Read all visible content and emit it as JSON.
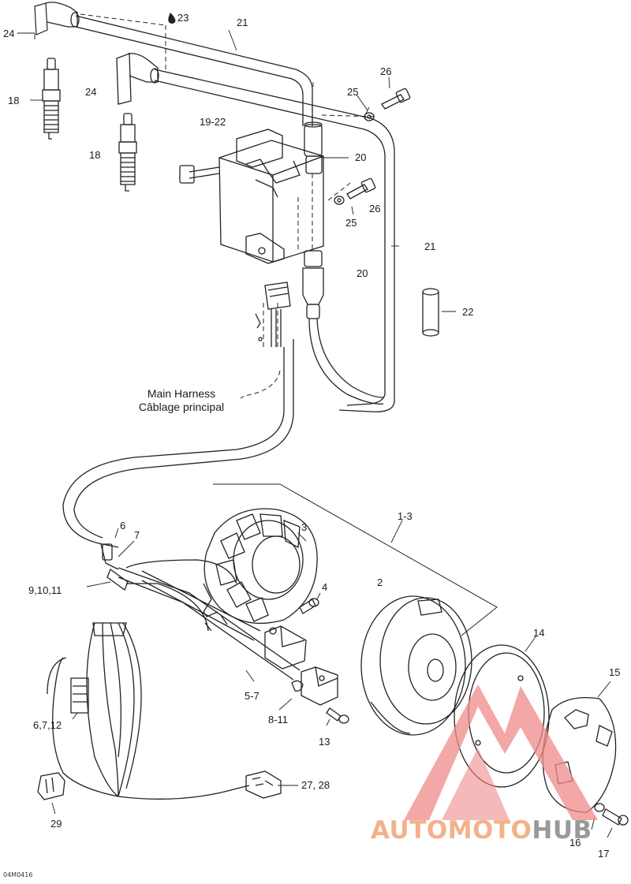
{
  "diagram": {
    "callouts": {
      "c1_3": "1-3",
      "c2": "2",
      "c3": "3",
      "c4": "4",
      "c5_7": "5-7",
      "c6": "6",
      "c7": "7",
      "c6_7_12": "6,7,12",
      "c8_11": "8-11",
      "c9_10_11": "9,10,11",
      "c13": "13",
      "c14": "14",
      "c15": "15",
      "c16": "16",
      "c17": "17",
      "c18_top": "18",
      "c18_mid": "18",
      "c19_22": "19-22",
      "c20_top": "20",
      "c20_mid": "20",
      "c21_top": "21",
      "c21_mid": "21",
      "c22": "22",
      "c23": "23",
      "c24_top": "24",
      "c24_mid": "24",
      "c25_top": "25",
      "c25_mid": "25",
      "c26_top": "26",
      "c26_mid": "26",
      "c27_28": "27, 28",
      "c29": "29"
    },
    "harness_label_en": "Main Harness",
    "harness_label_fr": "Câblage principal",
    "drawing_ref": "04M0416"
  },
  "watermark": {
    "part_a": "AUTOMOTO",
    "part_b": "HUB",
    "color_accent": "#f3b28a",
    "color_gray": "#9a9a9a",
    "color_logo": "#ef8a8a"
  }
}
